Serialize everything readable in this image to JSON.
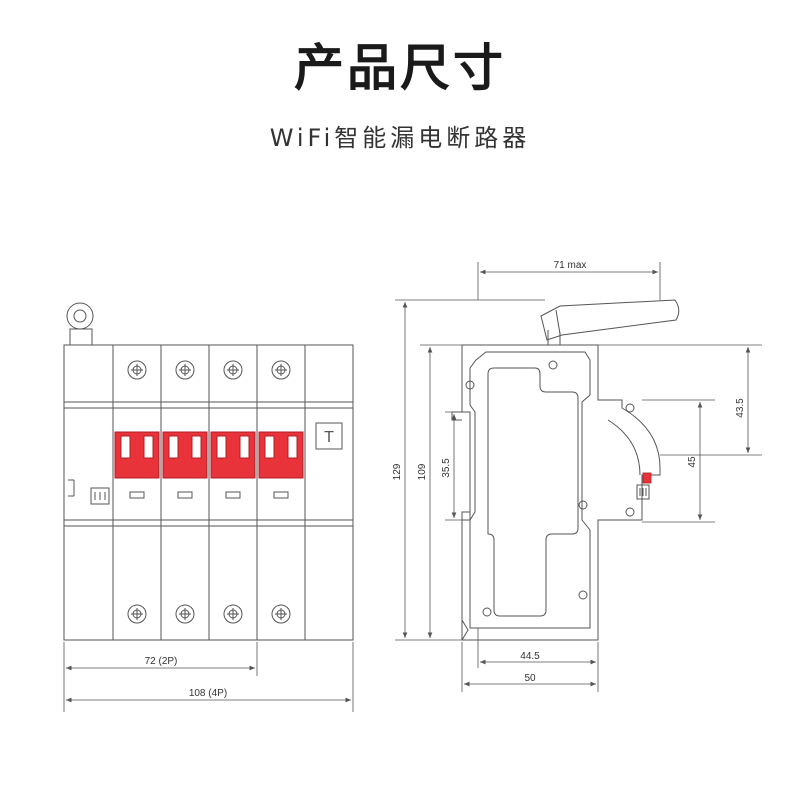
{
  "header": {
    "title": "产品尺寸",
    "subtitle": "WiFi智能漏电断路器"
  },
  "colors": {
    "handle_red": "#e8333a",
    "line": "#555555",
    "background": "#ffffff"
  },
  "front_view": {
    "poles": 4,
    "test_button_label": "T",
    "dimensions": {
      "width_2p": "72 (2P)",
      "width_4p": "108 (4P)"
    }
  },
  "side_view": {
    "dimensions": {
      "antenna_width": "71 max",
      "total_height": "129",
      "body_height": "109",
      "rail_height": "35.5",
      "front_height": "45",
      "front_upper": "43.5",
      "depth_front": "44.5",
      "depth_total": "50"
    }
  }
}
